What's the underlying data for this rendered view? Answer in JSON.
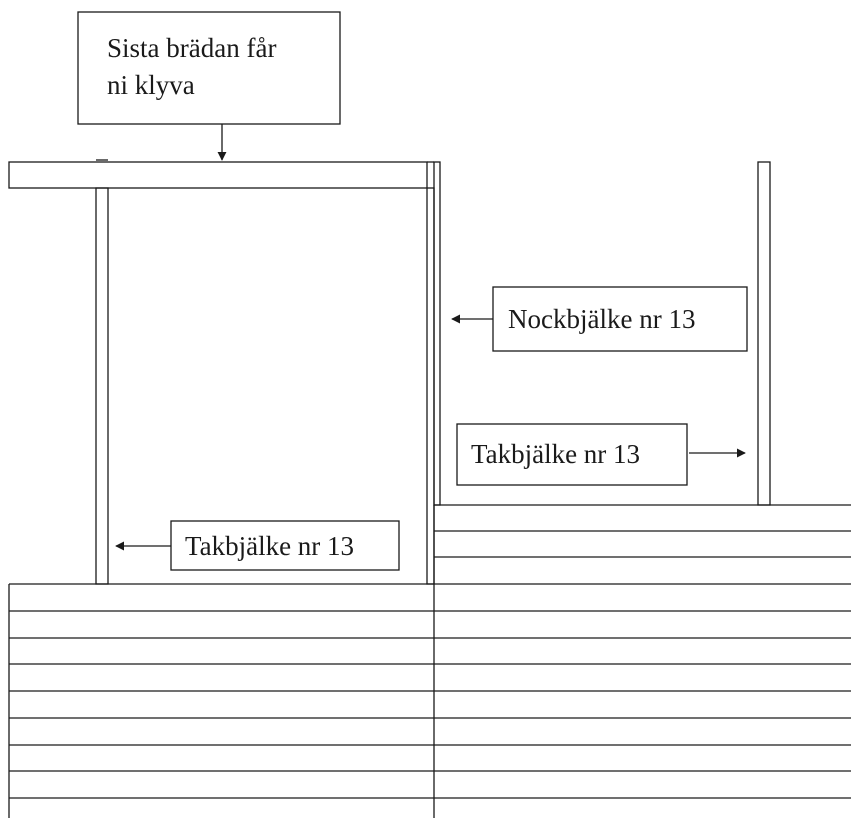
{
  "labels": {
    "last_board_line1": "Sista brädan får",
    "last_board_line2": "ni klyva",
    "ridge_beam": "Nockbjälke nr 13",
    "roof_beam_right": "Takbjälke nr 13",
    "roof_beam_left": "Takbjälke nr 13"
  },
  "colors": {
    "line": "#1a1a1a",
    "background": "#ffffff"
  }
}
